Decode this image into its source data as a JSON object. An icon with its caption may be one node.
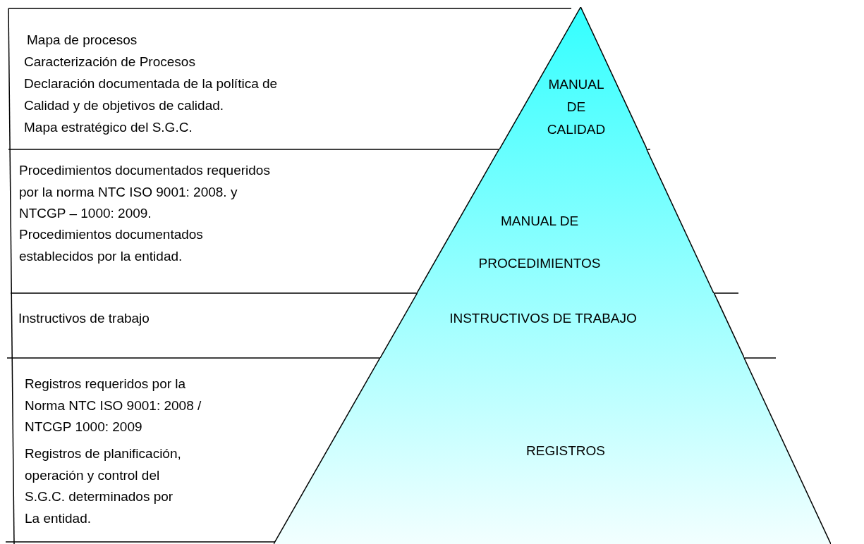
{
  "diagram": {
    "nodes": [
      {
        "text": [
          "MANUAL DE CALIDAD"
        ]
      },
      {
        "text": [
          "MANUAL DE PROCEDIMIENTOS"
        ]
      },
      {
        "text": [
          "INSTRUCTIVOS DE TRABAJO"
        ]
      },
      {
        "text": [
          "REGISTROS"
        ]
      }
    ],
    "labels": [
      "Mapa de procesos",
      "Caracterización de Procesos",
      "Declaración documentada de la política de Calidad y de objetivos de calidad.",
      "Mapa estratégico del S.G.C.",
      "Procedimientos documentados requeridos por la norma NTC ISO 9001: 2008. y NTCGP – 1000: 2009.",
      "Procedimientos documentados establecidos por la entidad.",
      "Instructivos de trabajo",
      "Registros requeridos por la Norma NTC ISO 9001: 2008 / NTCGP 1000: 2009",
      "Registros de planificación, operación y control del S.G.C. determinados por La entidad."
    ]
  }
}
